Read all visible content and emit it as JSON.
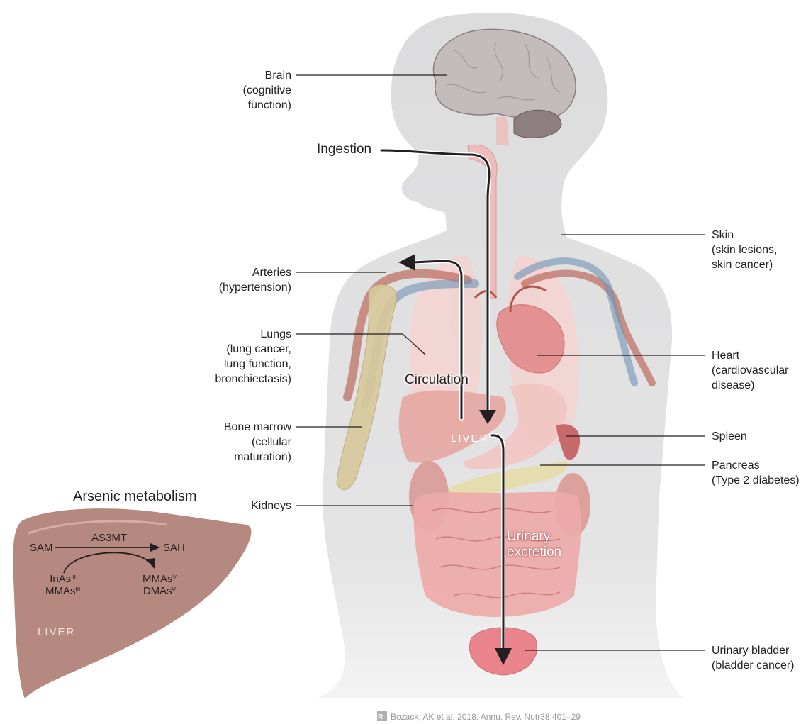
{
  "organs": {
    "brain": [
      "Brain",
      "(cognitive",
      "function)"
    ],
    "arteries": [
      "Arteries",
      "(hypertension)"
    ],
    "lungs": [
      "Lungs",
      "(lung cancer,",
      "lung function,",
      "bronchiectasis)"
    ],
    "bone_marrow": [
      "Bone marrow",
      "(cellular",
      "maturation)"
    ],
    "kidneys": [
      "Kidneys"
    ],
    "skin": [
      "Skin",
      "(skin lesions,",
      "skin cancer)"
    ],
    "heart": [
      "Heart",
      "(cardiovascular",
      "disease)"
    ],
    "spleen": [
      "Spleen"
    ],
    "pancreas": [
      "Pancreas",
      "(Type 2 diabetes)"
    ],
    "bladder": [
      "Urinary bladder",
      "(bladder cancer)"
    ]
  },
  "flow": {
    "ingestion": "Ingestion",
    "circulation": "Circulation",
    "liver": "LIVER",
    "urinary": [
      "Urinary",
      "excretion"
    ]
  },
  "metabolism": {
    "title": "Arsenic metabolism",
    "sam": "SAM",
    "enzyme": "AS3MT",
    "sah": "SAH",
    "inas": "InAs",
    "inas_sup": "III",
    "mmas3": "MMAs",
    "mmas3_sup": "III",
    "mmas5": "MMAs",
    "mmas5_sup": "V",
    "dmas5": "DMAs",
    "dmas5_sup": "V",
    "liver": "LIVER"
  },
  "credit": "Bozack, AK et al. 2018. Annu. Rev. Nutr38:401–29",
  "colors": {
    "silhouette": "#d9d9da",
    "liver": "#b58980",
    "artery": "#b5564a",
    "vein": "#6f93b6",
    "organ_pink": "#f0c7c3",
    "bladder": "#e9848c",
    "bone": "#d9c99a",
    "arrow": "#231f20"
  }
}
